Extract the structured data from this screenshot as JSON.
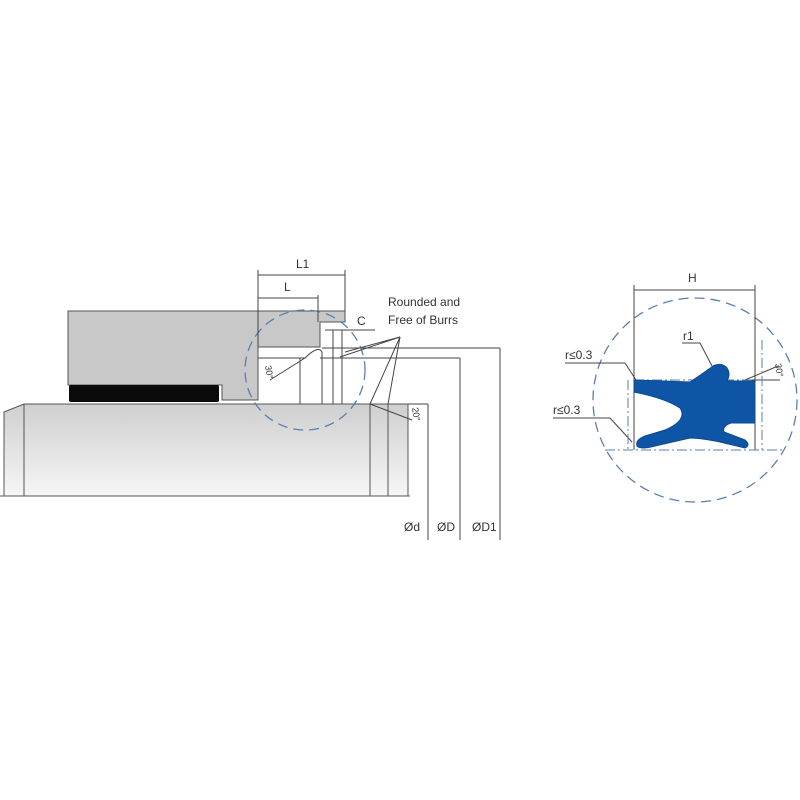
{
  "colors": {
    "housing_fill": "#c8c8c8",
    "rod_fill_top": "#d0d0d0",
    "rod_fill_bottom": "#f4f4f4",
    "guide_ring": "#0a0a0a",
    "seal_blue": "#0f55a5",
    "dash_circle": "#5b7fb0",
    "line": "#444444"
  },
  "installation_drawing": {
    "dims": {
      "L1": "L1",
      "L": "L",
      "C": "C"
    },
    "note_line1": "Rounded and",
    "note_line2": "Free of Burrs",
    "angle_groove": "30°",
    "angle_rod": "20°",
    "diameters": {
      "d": "Ød",
      "D": "ØD",
      "D1": "ØD1"
    }
  },
  "detail_view": {
    "width_label": "H",
    "radius_top": "r≤0.3",
    "radius_bottom": "r≤0.3",
    "radius_lip": "r1",
    "angle": "30°"
  }
}
